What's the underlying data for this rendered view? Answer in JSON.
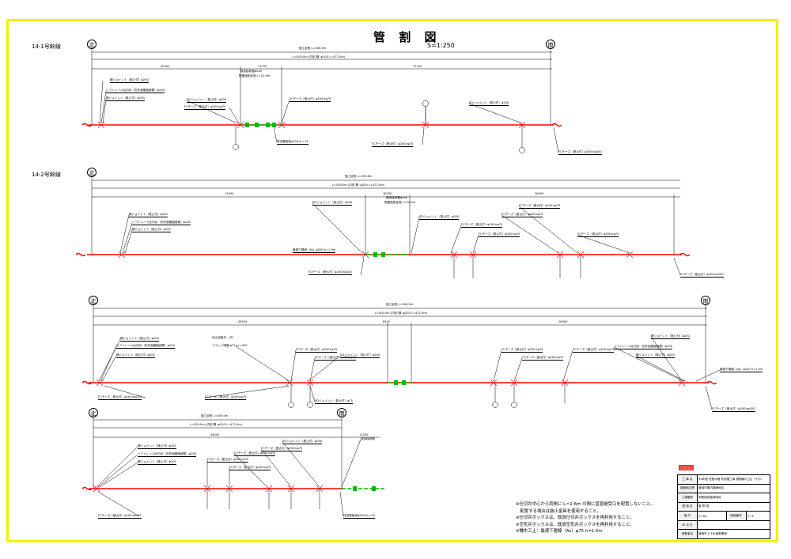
{
  "title": "管 割 図",
  "scale": "S=1:250",
  "directions": {
    "north": "北",
    "south": "南"
  },
  "sections": [
    {
      "name": "14-1号幹線",
      "total_label": "施工延長 L=506.5m",
      "breakdown_label": "L=500.0m (内訳 鋼 :φ200 L=472.0m)",
      "spans": [
        "30000",
        "11725",
        "71150"
      ],
      "callouts": [
        "鋼ジョイント（既止付）φ200",
        "ソフトレール仕切弁（内外面樹脂被覆）φ200",
        "鋼ジョイント（既止付）φ200",
        "EDジョイント（既止付）φ200",
        "FCチーズ（差込付）φ200×φ75",
        "既設接続管φ200",
        "配管施設延長 L=12.9m",
        "排泥管接続φ200×L=15",
        "FCチーズ（差込付）φ200×φ75",
        "FCチーズ（差込付）φ200×φ75",
        "EDジョイント（既止付）φ200",
        "FCチーズ（差込付）φ200×φ200"
      ]
    },
    {
      "name": "14-2号幹線",
      "total_label": "施工延長 L=505.8m",
      "breakdown_label": "L=500.0m (内訳 鋼 :φ200 L=472.0m)",
      "spans": [
        "12000",
        "18765",
        "36000"
      ],
      "callouts": [
        "鋼ジョイント（既止付）φ200",
        "ソフトレール仕切弁（内外面樹脂被覆）φ200",
        "鋼ジョイント（既止付）φ200",
        "EDジョイント（既止付）φ200",
        "既設接続管φ200",
        "配管施設延長 L=12.9m",
        "最適下層線（As）φ200 h=1.0m",
        "FCチーズ（差込付）φ200×φ100",
        "EDジョイント（既止付）φ200",
        "FCチーズ（差込付）φ200×φ75",
        "FCチーズ（差込付）φ200×φ75",
        "FCチーズ（差込付）φ200×φ75",
        "FCチーズ（差込付）φ200×φ75",
        "FCチーズ（差込付）φ200×φ200",
        "FCチーズ（差込付）φ200×φ75"
      ]
    },
    {
      "name": "",
      "total_label": "施工延長 L=506.5m",
      "breakdown_label": "L=500.0m (内訳 鋼 :φ200 L=472.0m)",
      "spans": [
        "26924",
        "8525",
        "18000"
      ],
      "callouts": [
        "鋼ジョイント（既止付）φ200",
        "ソフトレール仕切弁（内外面樹脂被覆）φ200",
        "鋼ジョイント（既止付）φ200",
        "FCチーズ（差込付）φ200×φ200",
        "FCチーズ（差込付）φ200×φ75",
        "消火栓取付 一式",
        "フランジ短管 φ75×L=500",
        "FCチーズ（差込付）φ200×φ75",
        "FCチーズ（差込付）φ200×φ75",
        "EDジョイント（既止付）φ200",
        "EDジョイント（既止付）φ75",
        "FCチーズ（差込付）φ200×φ75",
        "FCチーズ（差込付）φ200×φ75",
        "FCチーズ（差込付）φ200×φ75",
        "鋼ジョイント（既止付）φ200",
        "ソフトレール仕切弁（内外面樹脂被覆）φ200",
        "鋼ジョイント（既止付）φ200",
        "最適下層線（As）φ200 h=1.0m",
        "FCチーズ（差込付）φ200×φ200"
      ]
    },
    {
      "name": "",
      "total_label": "施工延長 L=505.0m",
      "breakdown_label": "L=500.0m (内訳 鋼 :φ200 L=472.0m)",
      "spans": [
        "44000",
        "11200"
      ],
      "callouts": [
        "鋼ジョイント（既止付）φ200",
        "ソフトレール仕切弁（内外面樹脂被覆）φ200",
        "鋼ジョイント（既止付）φ200",
        "EDジョイント（既止付）φ200",
        "FCチーズ（差込付）φ200×φ75",
        "FCチーズ（差込付）φ200×φ75",
        "FCチーズ（差込付）φ200×φ75",
        "FCチーズ（差込付）φ200×φ75",
        "既設接続管",
        "排泥管接続φ200×L=15",
        "FCチーズ（差込付）φ200×φ200"
      ]
    }
  ],
  "notes": [
    "※仕切弁中心から両側に L＝2.6ｍ の間に直管継受口を配置しないこと。",
    "　配置する場合は抜止金具を使用すること。",
    "※仕切弁ボックスは、既設仕切弁ボックスを再利用すること。",
    "※空気弁ボックスは、既設空気弁ボックスを再利用すること。",
    "※舗木工土：最適下層線（As）φ75 h=1.0m"
  ],
  "title_block": {
    "stamp": "□□□□",
    "rows": [
      {
        "label": "工 事 名",
        "value": "R4年度 送配水管 布設替工事 管路線2工区（その）"
      },
      {
        "label": "路線地名等",
        "value": "盛岡市管内路線地区"
      },
      {
        "label": "工事箇所",
        "value": "岡県旗見高線地地"
      },
      {
        "label": "図 面 名",
        "value": "管 割 図"
      },
      {
        "label": "縮 尺",
        "value": "1:250",
        "label2": "図面番号",
        "value2": "3 / 4"
      },
      {
        "label": "年 月 日",
        "value": ""
      },
      {
        "label": "事業者名",
        "value": "盛岡市上下水道事業局"
      }
    ]
  },
  "colors": {
    "pipe": "#ff0000",
    "valve": "#00bb00",
    "frame": "#f5f000"
  }
}
